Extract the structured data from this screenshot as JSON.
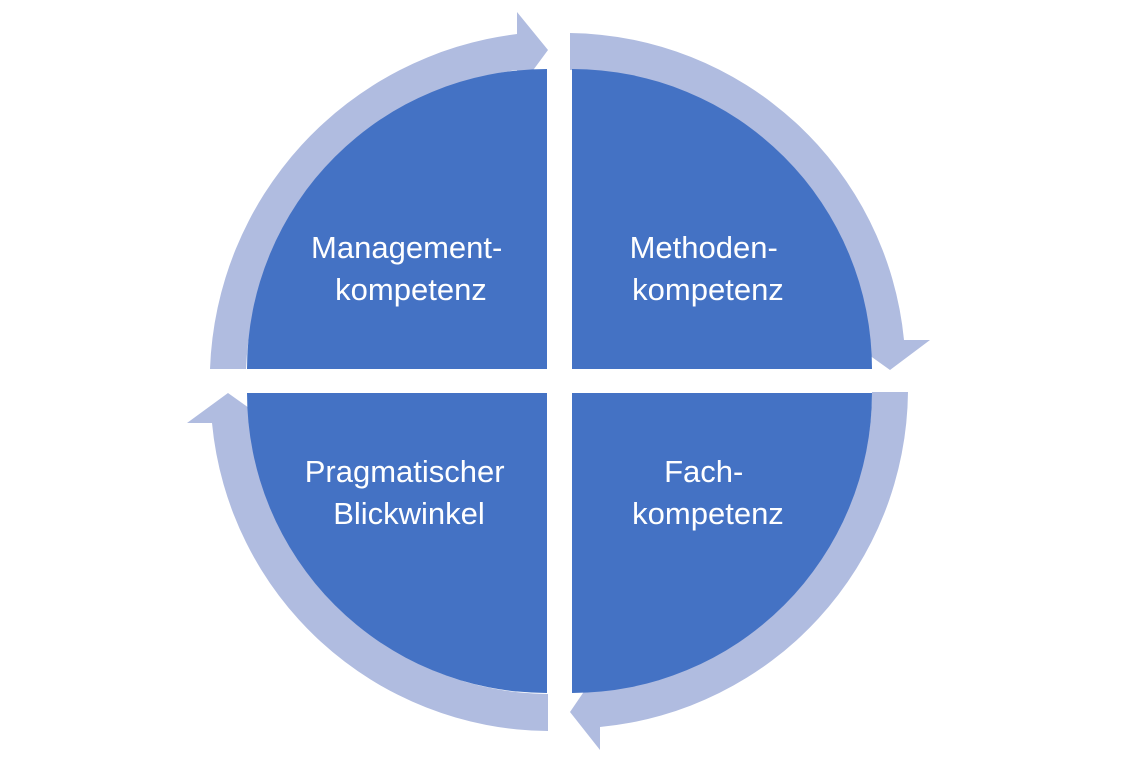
{
  "diagram": {
    "colors": {
      "quadrant_fill": "#4472C4",
      "arrow_fill": "#B0BCE0",
      "label_text": "#FFFFFF",
      "background": "#FFFFFF"
    },
    "quadrants": {
      "top_left": {
        "line1": "Management-",
        "line2": "kompetenz"
      },
      "top_right": {
        "line1": "Methoden-",
        "line2": "kompetenz"
      },
      "bottom_right": {
        "line1": "Fach-",
        "line2": "kompetenz"
      },
      "bottom_left": {
        "line1": "Pragmatischer",
        "line2": "Blickwinkel"
      }
    },
    "cycle_direction": "clockwise"
  }
}
